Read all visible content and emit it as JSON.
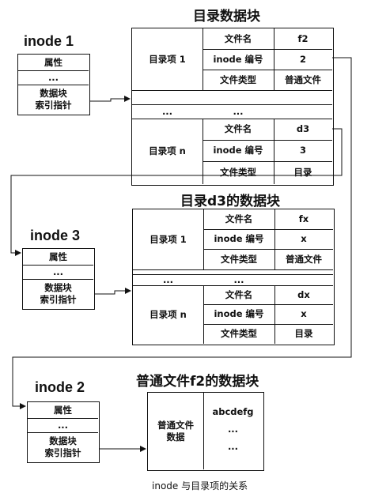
{
  "titles": {
    "dir_block_1": "目录数据块",
    "dir_block_2": "目录d3的数据块",
    "file_block": "普通文件f2的数据块"
  },
  "inodes": [
    {
      "title": "inode 1",
      "rows": [
        "属性",
        "...",
        "数据块\n索引指针"
      ]
    },
    {
      "title": "inode 3",
      "rows": [
        "属性",
        "...",
        "数据块\n索引指针"
      ]
    },
    {
      "title": "inode 2",
      "rows": [
        "属性",
        "...",
        "数据块\n索引指针"
      ]
    }
  ],
  "dir_tables": [
    {
      "entries": [
        {
          "label": "目录项 1",
          "fields": [
            {
              "key": "文件名",
              "value": "f2"
            },
            {
              "key": "inode 编号",
              "value": "2"
            },
            {
              "key": "文件类型",
              "value": "普通文件"
            }
          ]
        },
        {
          "label": "...",
          "ellipsis": "..."
        },
        {
          "label": "目录项 n",
          "fields": [
            {
              "key": "文件名",
              "value": "d3"
            },
            {
              "key": "inode 编号",
              "value": "3"
            },
            {
              "key": "文件类型",
              "value": "目录"
            }
          ]
        }
      ]
    },
    {
      "entries": [
        {
          "label": "目录项 1",
          "fields": [
            {
              "key": "文件名",
              "value": "fx"
            },
            {
              "key": "inode 编号",
              "value": "x"
            },
            {
              "key": "文件类型",
              "value": "普通文件"
            }
          ]
        },
        {
          "label": "...",
          "ellipsis": "..."
        },
        {
          "label": "目录项 n",
          "fields": [
            {
              "key": "文件名",
              "value": "dx"
            },
            {
              "key": "inode 编号",
              "value": "x"
            },
            {
              "key": "文件类型",
              "value": "目录"
            }
          ]
        }
      ]
    }
  ],
  "file_block": {
    "label": "普通文件\n数据",
    "lines": [
      "abcdefg",
      "...",
      "..."
    ]
  },
  "caption": "inode 与目录项的关系"
}
